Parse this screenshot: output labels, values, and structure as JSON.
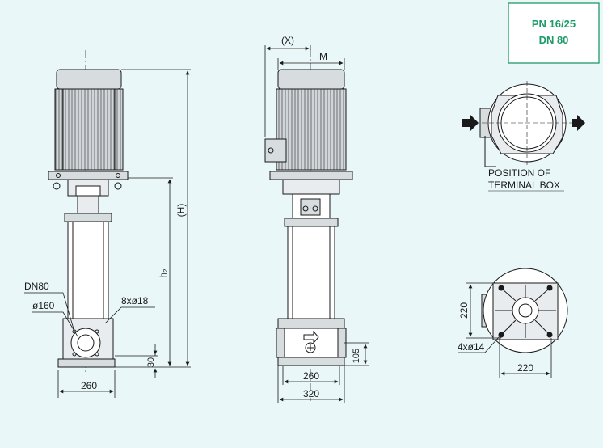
{
  "badge": {
    "line1": "PN 16/25",
    "line2": "DN 80",
    "color": "#1f9a6a"
  },
  "front_view": {
    "dn_label": "DN80",
    "flange_dia": "ø160",
    "bolt_label": "8xø18",
    "dim_h": "(H)",
    "dim_h2": "h₂",
    "dim_base_h": "30",
    "dim_width": "260"
  },
  "side_view": {
    "dim_x": "(X)",
    "dim_m": "M",
    "dim_base_h": "105",
    "dim_width_inner": "260",
    "dim_width_outer": "320"
  },
  "terminal_view": {
    "caption_line1": "POSITION OF",
    "caption_line2": "TERMINAL BOX",
    "arrow_icon": "arrow-right-icon"
  },
  "bottom_view": {
    "dim_vertical": "220",
    "dim_horizontal": "220",
    "hole_label": "4xø14"
  },
  "colors": {
    "background": "#e9f7f8",
    "line": "#1a1a1a",
    "motor_fill": "#c9cfd2",
    "body_fill": "#ffffff"
  }
}
